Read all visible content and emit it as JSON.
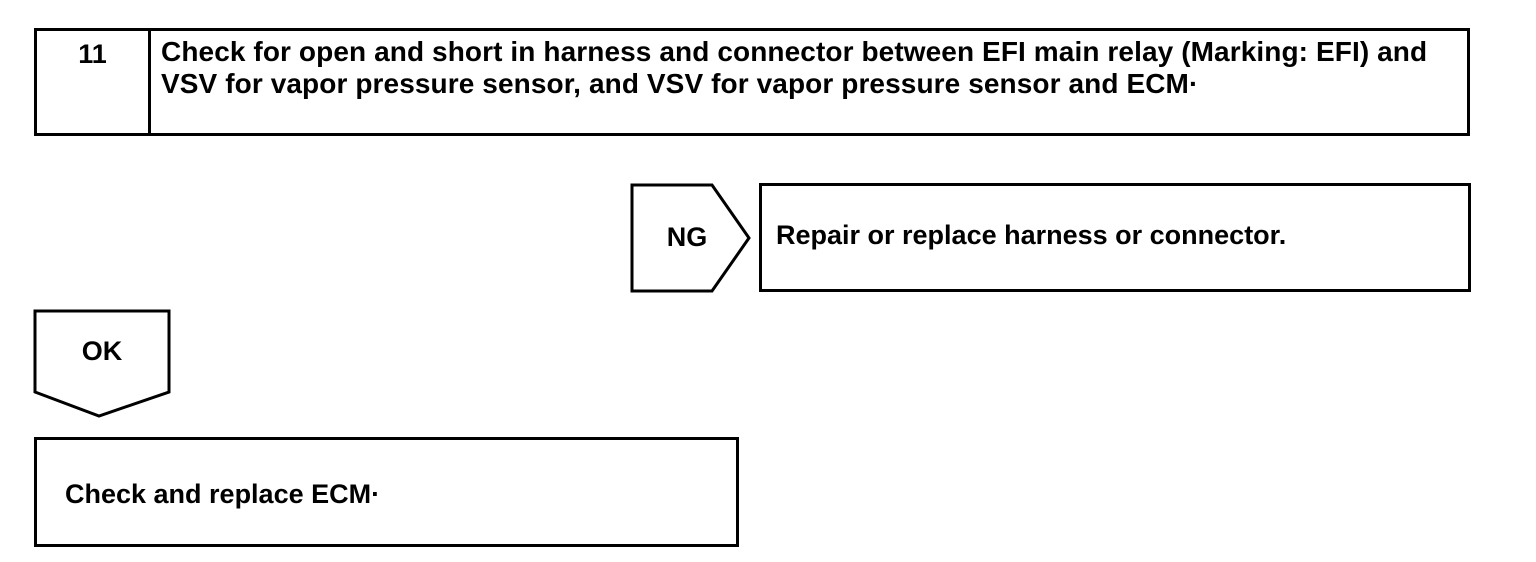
{
  "step": {
    "number": "11",
    "text": "Check for open and short in harness and connector between EFI main relay (Marking: EFI) and VSV for vapor pressure sensor, and VSV for vapor pressure sensor and ECM·"
  },
  "ng_branch": {
    "label": "NG",
    "action": "Repair or replace harness or connector."
  },
  "ok_branch": {
    "label": "OK",
    "action": "Check and replace ECM·"
  }
}
